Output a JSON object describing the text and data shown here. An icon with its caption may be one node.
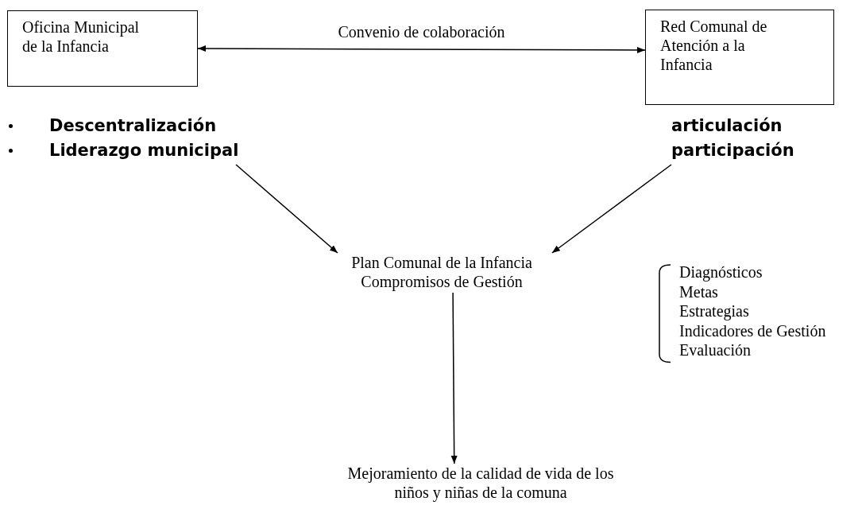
{
  "diagram": {
    "nodes": [
      {
        "text": [
          "Oficina Municipal de la Infancia"
        ]
      },
      {
        "text": [
          "Red Comunal de Atención a la Infancia"
        ]
      },
      {
        "text": [
          "Descentralización",
          "Liderazgo municipal"
        ]
      },
      {
        "text": [
          "articulación",
          "participación"
        ]
      },
      {
        "text": [
          "Plan Comunal de la Infancia",
          "Compromisos de Gestión"
        ]
      },
      {
        "text": [
          "Mejoramiento de la calidad de vida de los niños y niñas de la comuna"
        ]
      }
    ],
    "edges": [
      {
        "from": 0,
        "to": 1,
        "arrow": "both",
        "label": "Convenio de colaboración"
      },
      {
        "from": 2,
        "to": 4,
        "arrow": "to"
      },
      {
        "from": 3,
        "to": 4,
        "arrow": "to"
      },
      {
        "from": 4,
        "to": 5,
        "arrow": "to"
      }
    ],
    "labels": [
      "Diagnósticos",
      "Metas",
      "Estrategias",
      "Indicadores de Gestión",
      "Evaluación"
    ]
  }
}
